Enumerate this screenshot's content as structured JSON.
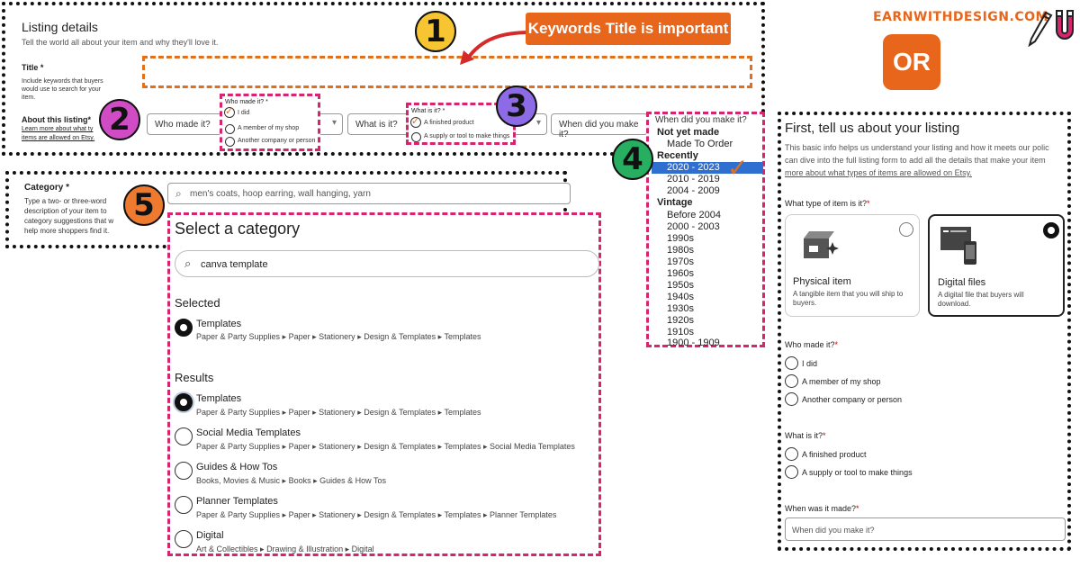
{
  "brand": "EARNWITHDESIGN.COM",
  "or_label": "OR",
  "callout": "Keywords Title is important",
  "badges": [
    "1",
    "2",
    "3",
    "4",
    "5"
  ],
  "listing": {
    "heading": "Listing details",
    "subheading": "Tell the world all about your item and why they'll love it.",
    "title_label": "Title *",
    "title_help": [
      "Include keywords that buyers",
      "would use to search for your",
      "item."
    ],
    "about_label": "About this listing*",
    "about_link": [
      "Learn more about what ty",
      "items are allowed on Etsy."
    ],
    "who_select": "Who made it?",
    "what_select": "What is it?",
    "when_select": "When did you make it?",
    "who_popup": {
      "title": "Who made it? *",
      "options": [
        "I did",
        "A member of my shop",
        "Another company or person"
      ]
    },
    "what_popup": {
      "title": "What is it? *",
      "options": [
        "A finished product",
        "A supply or tool to make things"
      ]
    }
  },
  "when_menu": {
    "header": "When did you make it?",
    "group1": "Not yet made",
    "made_to_order": "Made To Order",
    "group2": "Recently",
    "recent": [
      "2020 - 2023",
      "2010 - 2019",
      "2004 - 2009"
    ],
    "group3": "Vintage",
    "vintage": [
      "Before 2004",
      "2000 - 2003",
      "1990s",
      "1980s",
      "1970s",
      "1960s",
      "1950s",
      "1940s",
      "1930s",
      "1920s",
      "1910s",
      "1900 - 1909"
    ]
  },
  "category": {
    "label": "Category *",
    "help": [
      "Type a two- or three-word",
      "description of your item to",
      "category suggestions that w",
      "help more shoppers find it."
    ],
    "search_placeholder": "men's coats, hoop earring, wall hanging, yarn"
  },
  "select_panel": {
    "title": "Select a category",
    "search_value": "canva template",
    "selected_heading": "Selected",
    "selected_item": {
      "name": "Templates",
      "path": [
        "Paper & Party Supplies",
        "Paper",
        "Stationery",
        "Design & Templates",
        "Templates"
      ]
    },
    "results_heading": "Results",
    "results": [
      {
        "name": "Templates",
        "path": [
          "Paper & Party Supplies",
          "Paper",
          "Stationery",
          "Design & Templates",
          "Templates"
        ]
      },
      {
        "name": "Social Media Templates",
        "path": [
          "Paper & Party Supplies",
          "Paper",
          "Stationery",
          "Design & Templates",
          "Templates",
          "Social Media Templates"
        ]
      },
      {
        "name": "Guides & How Tos",
        "path": [
          "Books, Movies & Music",
          "Books",
          "Guides & How Tos"
        ]
      },
      {
        "name": "Planner Templates",
        "path": [
          "Paper & Party Supplies",
          "Paper",
          "Stationery",
          "Design & Templates",
          "Templates",
          "Planner Templates"
        ]
      },
      {
        "name": "Digital",
        "path": [
          "Art & Collectibles",
          "Drawing & Illustration",
          "Digital"
        ]
      }
    ]
  },
  "right_panel": {
    "title": "First, tell us about your listing",
    "intro": [
      "This basic info helps us understand your listing and how it meets our polic",
      "can dive into the full listing form to add all the details that make your item"
    ],
    "intro_link": "more about what types of items are allowed on Etsy.",
    "type_question": "What type of item is it?",
    "physical_title": "Physical item",
    "physical_desc": [
      "A tangible item that you will ship to",
      "buyers."
    ],
    "digital_title": "Digital files",
    "digital_desc": [
      "A digital file that buyers will",
      "download."
    ],
    "who_question": "Who made it?",
    "who_options": [
      "I did",
      "A member of my shop",
      "Another company or person"
    ],
    "what_question": "What is it?",
    "what_options": [
      "A finished product",
      "A supply or tool to make things"
    ],
    "when_question": "When was it made?",
    "when_placeholder": "When did you make it?"
  },
  "colors": {
    "pink": "#d6246e",
    "orange": "#e8661c",
    "highlight": "#2f6fd0"
  }
}
